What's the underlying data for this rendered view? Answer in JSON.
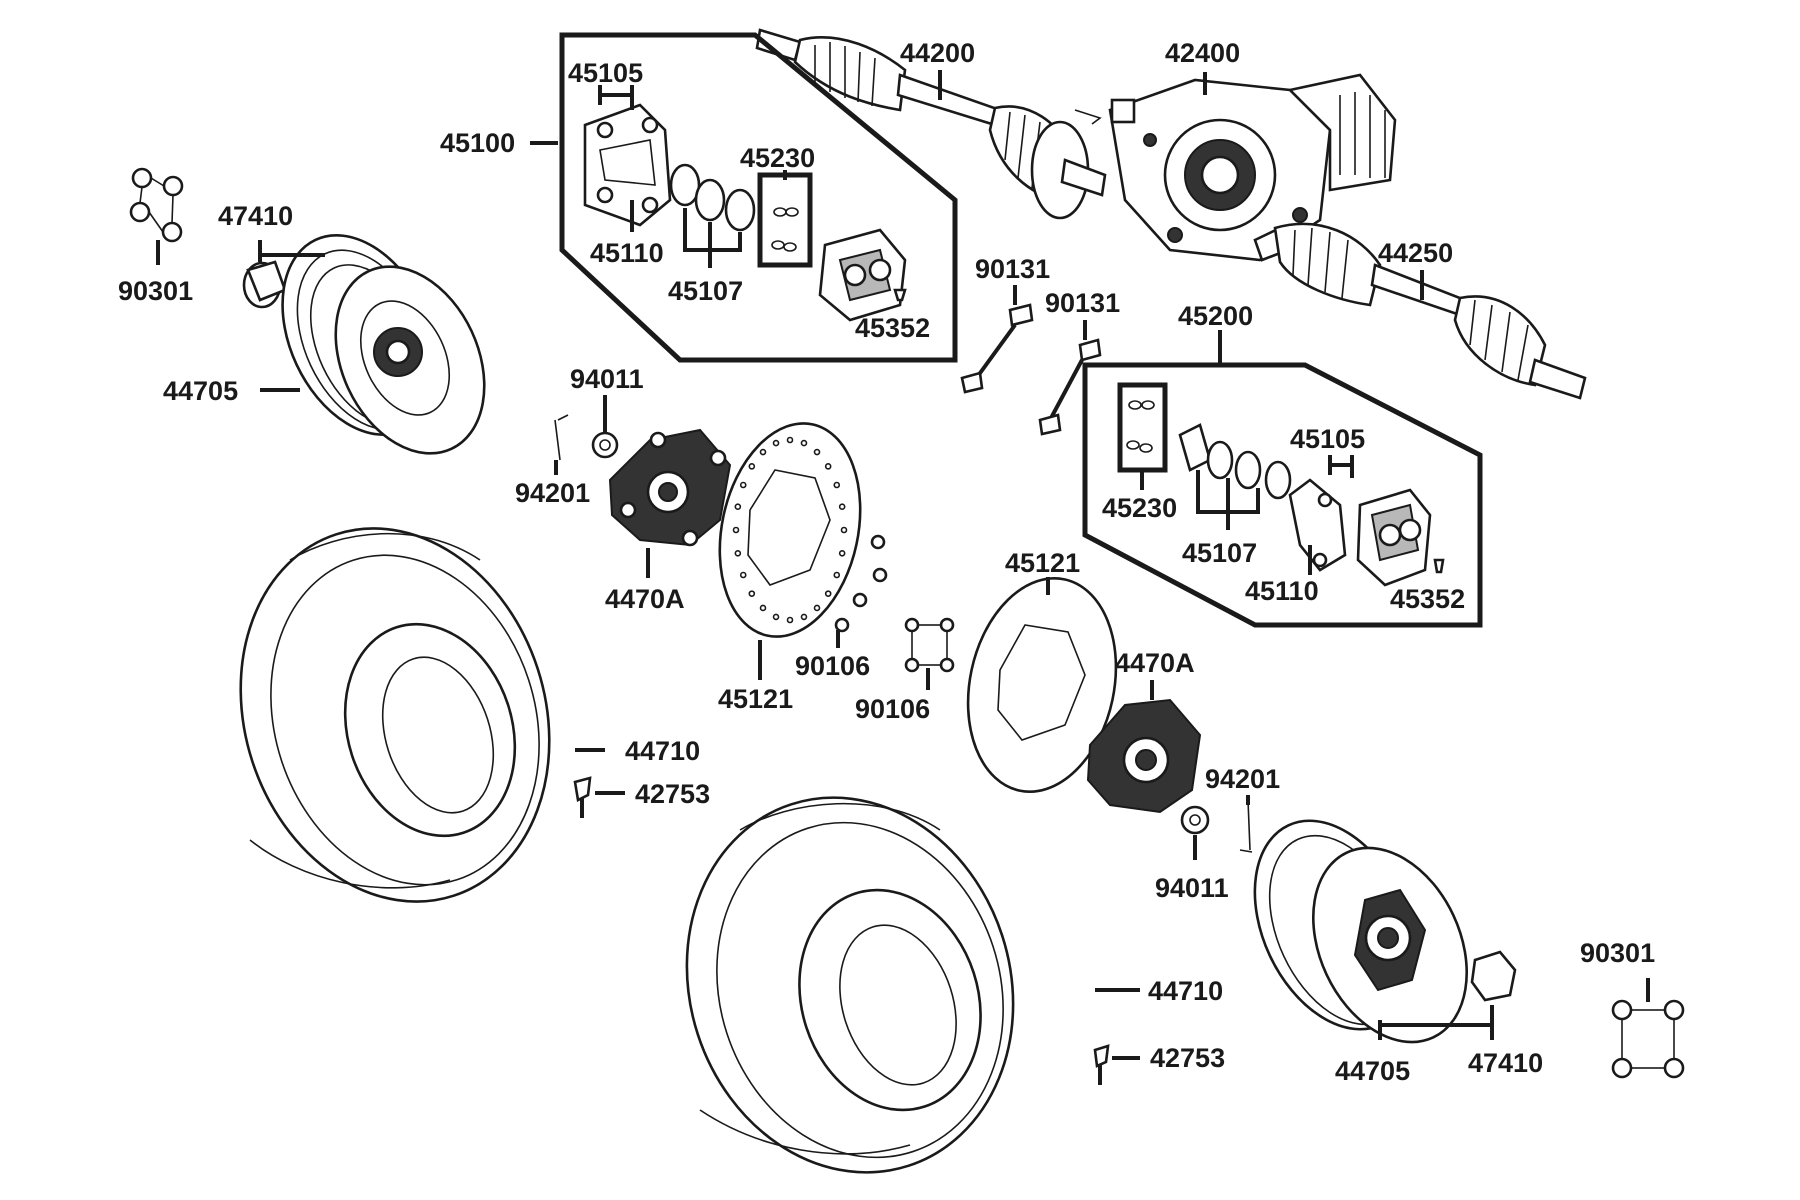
{
  "labels": {
    "l45105a": "45105",
    "l44200": "44200",
    "l42400": "42400",
    "l45100": "45100",
    "l45230a": "45230",
    "l47410a": "47410",
    "l90301a": "90301",
    "l45110a": "45110",
    "l45107a": "45107",
    "l45352a": "45352",
    "l44250": "44250",
    "l90131a": "90131",
    "l90131b": "90131",
    "l45200": "45200",
    "l44705a": "44705",
    "l94011a": "94011",
    "l94201a": "94201",
    "l45105b": "45105",
    "l45230b": "45230",
    "l45107b": "45107",
    "l45110b": "45110",
    "l45352b": "45352",
    "l4470Aa": "4470A",
    "l45121b": "45121",
    "l4470Ab": "4470A",
    "l90106a": "90106",
    "l45121a": "45121",
    "l90106b": "90106",
    "l44710a": "44710",
    "l42753a": "42753",
    "l94201b": "94201",
    "l94011b": "94011",
    "l90301b": "90301",
    "l44710b": "44710",
    "l42753b": "42753",
    "l44705b": "44705",
    "l47410b": "47410"
  }
}
